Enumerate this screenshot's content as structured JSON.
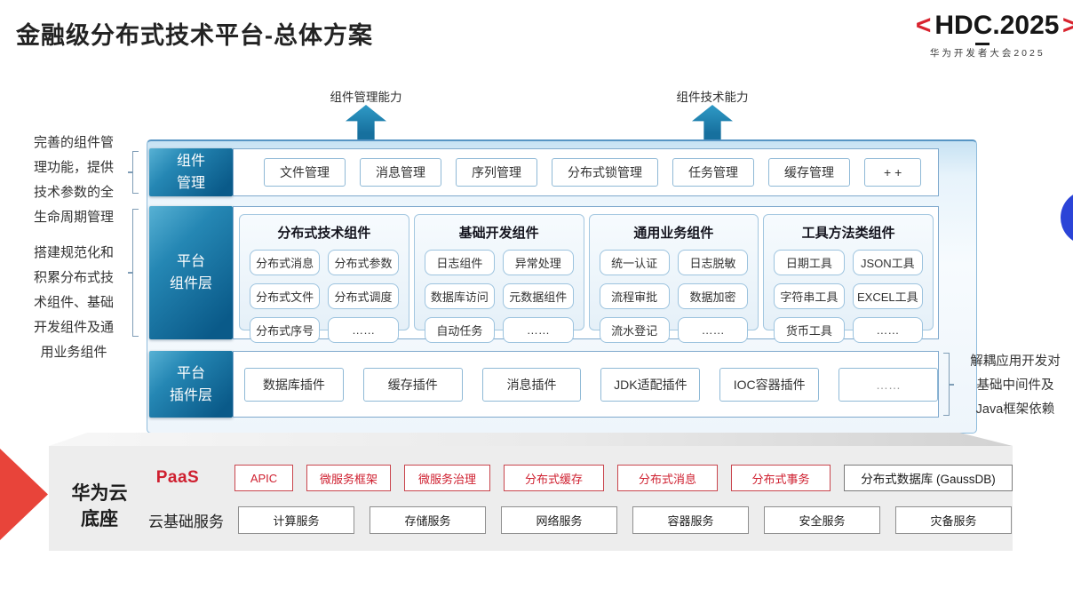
{
  "slide": {
    "title": "金融级分布式技术平台-总体方案",
    "logo": {
      "angle_left": "<",
      "prefix": "HD",
      "underlined": "C",
      "suffix": ".2025",
      "subtitle": "华为开发者大会2025"
    },
    "capability_arrows": {
      "left": "组件管理能力",
      "right": "组件技术能力"
    },
    "left_notes": {
      "management": "完善的组件管理功能，提供技术参数的全生命周期管理",
      "components": "搭建规范化和积累分布式技术组件、基础开发组件及通用业务组件"
    },
    "right_note": "解耦应用开发对\n基础中间件及\nJava框架依赖"
  },
  "platform": {
    "management_row": {
      "label": "组件\n管理",
      "items": [
        "文件管理",
        "消息管理",
        "序列管理",
        "分布式锁管理",
        "任务管理",
        "缓存管理",
        "++"
      ]
    },
    "component_row": {
      "label": "平台\n组件层",
      "groups": [
        {
          "title": "分布式技术组件",
          "items": [
            "分布式消息",
            "分布式参数",
            "分布式文件",
            "分布式调度",
            "分布式序号",
            "……"
          ]
        },
        {
          "title": "基础开发组件",
          "items": [
            "日志组件",
            "异常处理",
            "数据库访问",
            "元数据组件",
            "自动任务",
            "……"
          ]
        },
        {
          "title": "通用业务组件",
          "items": [
            "统一认证",
            "日志脱敏",
            "流程审批",
            "数据加密",
            "流水登记",
            "……"
          ]
        },
        {
          "title": "工具方法类组件",
          "items": [
            "日期工具",
            "JSON工具",
            "字符串工具",
            "EXCEL工具",
            "货币工具",
            "……"
          ]
        }
      ]
    },
    "plugin_row": {
      "label": "平台\n插件层",
      "items": [
        "数据库插件",
        "缓存插件",
        "消息插件",
        "JDK适配插件",
        "IOC容器插件",
        "……"
      ]
    }
  },
  "cloud_base": {
    "label": "华为云\n底座",
    "paas": {
      "label": "PaaS",
      "services": [
        "APIC",
        "微服务框架",
        "微服务治理",
        "分布式缓存",
        "分布式消息",
        "分布式事务"
      ],
      "db_service": "分布式数据库 (GaussDB)"
    },
    "iaas": {
      "label": "云基础服务",
      "services": [
        "计算服务",
        "存储服务",
        "网络服务",
        "容器服务",
        "安全服务",
        "灾备服务"
      ]
    }
  },
  "colors": {
    "layer_teal_dark": "#0a5a89",
    "layer_teal": "#2587b4",
    "hdc_red": "#d8232e",
    "paas_red": "#cf2030",
    "base_gray": "#ededed",
    "decor_circle_blue": "#2b44d7",
    "frame_blue": "#8fbcdc"
  }
}
